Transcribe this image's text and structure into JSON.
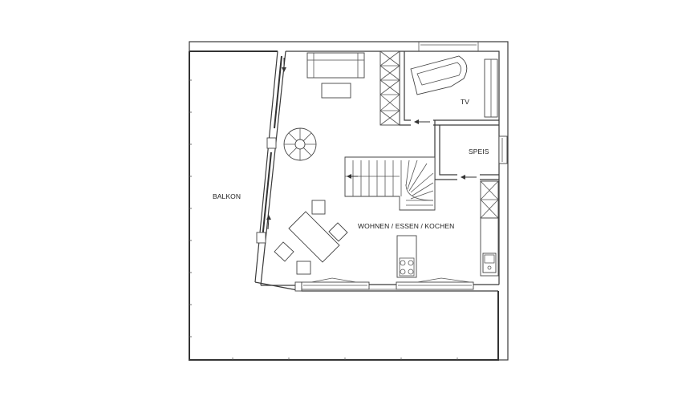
{
  "rooms": {
    "balkon": "BALKON",
    "tv": "TV",
    "speis": "SPEIS",
    "wohnen": "WOHNEN / ESSEN / KOCHEN"
  }
}
